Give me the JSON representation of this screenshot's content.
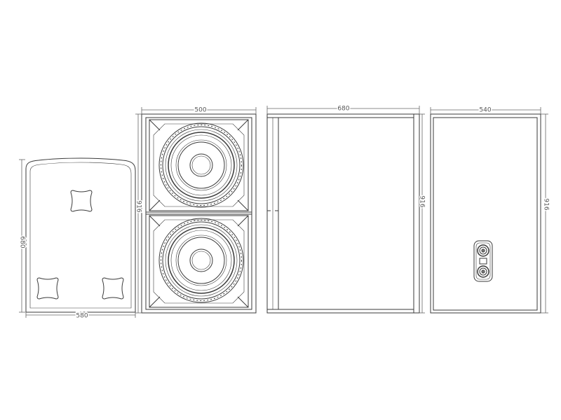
{
  "colors": {
    "line": "#3a3a3a",
    "label": "#555555",
    "background": "#ffffff"
  },
  "views": {
    "plan": {
      "depth": "680",
      "width": "580"
    },
    "front": {
      "width": "500",
      "height": "916"
    },
    "side": {
      "depth": "680",
      "height": "916"
    },
    "back": {
      "width": "540",
      "height": "916"
    }
  }
}
